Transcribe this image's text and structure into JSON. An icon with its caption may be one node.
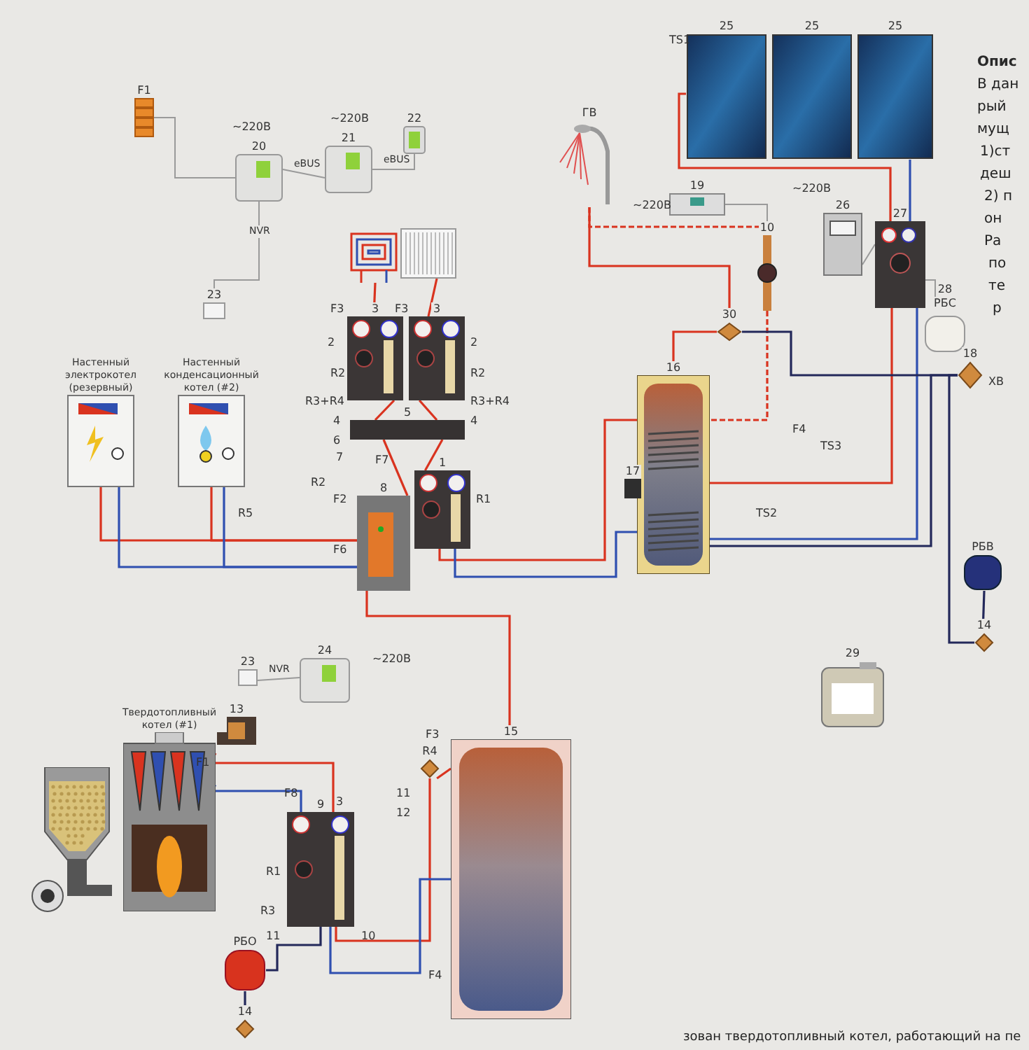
{
  "diagram": {
    "nodes": [
      {
        "text": [
          "25"
        ]
      },
      {
        "text": [
          "25"
        ]
      },
      {
        "text": [
          "25"
        ]
      },
      {
        "text": [
          "ГВ"
        ]
      },
      {
        "text": [
          "19"
        ]
      },
      {
        "text": [
          "26"
        ]
      },
      {
        "text": [
          "27"
        ]
      },
      {
        "text": [
          "28",
          "РБС"
        ]
      },
      {
        "text": [
          "10"
        ]
      },
      {
        "text": [
          "30"
        ]
      },
      {
        "text": [
          "16"
        ]
      },
      {
        "text": [
          "17"
        ]
      },
      {
        "text": [
          "18"
        ]
      },
      {
        "text": [
          "РБВ"
        ]
      },
      {
        "text": [
          "14"
        ]
      },
      {
        "text": [
          "29"
        ]
      },
      {
        "text": [
          "F1"
        ]
      },
      {
        "text": [
          "20"
        ]
      },
      {
        "text": [
          "21"
        ]
      },
      {
        "text": [
          "22"
        ]
      },
      {
        "text": [
          "23"
        ]
      },
      {
        "text": [],
        "shape": "picture"
      },
      {
        "text": [],
        "shape": "picture"
      },
      {
        "text": [
          "3"
        ]
      },
      {
        "text": [
          "3"
        ]
      },
      {
        "text": [
          "5"
        ]
      },
      {
        "text": [
          "1"
        ]
      },
      {
        "text": [
          "8"
        ]
      },
      {
        "text": [
          "Настенный электрокотел (резервный)"
        ]
      },
      {
        "text": [
          "Настенный конденсационный котел (#2)"
        ]
      },
      {
        "text": [
          "23"
        ]
      },
      {
        "text": [
          "24"
        ]
      },
      {
        "text": [
          "13"
        ]
      },
      {
        "text": [
          "Твердотопливный котел (#1)"
        ]
      },
      {
        "text": [],
        "shape": "picture"
      },
      {
        "text": [
          "9"
        ]
      },
      {
        "text": [
          "R4"
        ]
      },
      {
        "text": [
          "15"
        ]
      },
      {
        "text": [
          "РБО"
        ]
      },
      {
        "text": [
          "14"
        ]
      }
    ],
    "edges": [
      {
        "from": 0,
        "to": 6,
        "arrow": "none",
        "color": "#d9331f"
      },
      {
        "from": 6,
        "to": 2,
        "arrow": "none",
        "color": "#2f4fb0"
      },
      {
        "from": 6,
        "to": 10,
        "arrow": "none",
        "color": "#d9331f"
      },
      {
        "from": 10,
        "to": 6,
        "arrow": "none",
        "color": "#2f4fb0"
      },
      {
        "from": 6,
        "to": 7,
        "arrow": "none",
        "color": "#9a9a9a"
      },
      {
        "from": 3,
        "to": 9,
        "arrow": "none",
        "color": "#d9331f"
      },
      {
        "from": 9,
        "to": 10,
        "arrow": "none",
        "color": "#d9331f"
      },
      {
        "from": 3,
        "to": 8,
        "arrow": "none",
        "style": "dashed",
        "color": "#d9331f"
      },
      {
        "from": 8,
        "to": 10,
        "arrow": "none",
        "style": "dashed",
        "color": "#d9331f"
      },
      {
        "from": 12,
        "to": 9,
        "arrow": "none",
        "color": "#23285a"
      },
      {
        "from": 12,
        "to": 10,
        "arrow": "none",
        "color": "#23285a"
      },
      {
        "from": 12,
        "to": 14,
        "arrow": "none",
        "color": "#23285a"
      },
      {
        "from": 13,
        "to": 14,
        "arrow": "none",
        "color": "#23285a"
      },
      {
        "from": 21,
        "to": 23,
        "arrow": "none",
        "color": "#d9331f"
      },
      {
        "from": 22,
        "to": 24,
        "arrow": "none",
        "color": "#d9331f"
      },
      {
        "from": 23,
        "to": 25,
        "arrow": "none",
        "color": "#d9331f"
      },
      {
        "from": 24,
        "to": 25,
        "arrow": "none",
        "color": "#d9331f"
      },
      {
        "from": 25,
        "to": 27,
        "arrow": "none",
        "color": "#d9331f"
      },
      {
        "from": 25,
        "to": 26,
        "arrow": "none",
        "color": "#d9331f"
      },
      {
        "from": 28,
        "to": 27,
        "arrow": "none",
        "color": "#d9331f"
      },
      {
        "from": 27,
        "to": 28,
        "arrow": "none",
        "color": "#2f4fb0"
      },
      {
        "from": 29,
        "to": 27,
        "arrow": "none",
        "color": "#d9331f"
      },
      {
        "from": 27,
        "to": 29,
        "arrow": "none",
        "color": "#2f4fb0"
      },
      {
        "from": 26,
        "to": 10,
        "arrow": "none",
        "color": "#d9331f"
      },
      {
        "from": 10,
        "to": 26,
        "arrow": "none",
        "color": "#2f4fb0"
      },
      {
        "from": 27,
        "to": 37,
        "arrow": "none",
        "color": "#d9331f"
      },
      {
        "from": 33,
        "to": 35,
        "arrow": "none",
        "color": "#d9331f"
      },
      {
        "from": 35,
        "to": 33,
        "arrow": "none",
        "color": "#2f4fb0"
      },
      {
        "from": 35,
        "to": 36,
        "arrow": "none",
        "color": "#d9331f"
      },
      {
        "from": 36,
        "to": 37,
        "arrow": "none",
        "color": "#d9331f"
      },
      {
        "from": 37,
        "to": 35,
        "arrow": "none",
        "color": "#2f4fb0"
      },
      {
        "from": 38,
        "to": 35,
        "arrow": "none",
        "color": "#23285a"
      },
      {
        "from": 38,
        "to": 39,
        "arrow": "none",
        "color": "#23285a"
      },
      {
        "from": 16,
        "to": 17,
        "arrow": "none",
        "color": "#9a9a9a"
      },
      {
        "from": 17,
        "to": 18,
        "arrow": "none",
        "label": "eBUS",
        "color": "#9a9a9a"
      },
      {
        "from": 18,
        "to": 19,
        "arrow": "none",
        "label": "eBUS",
        "color": "#9a9a9a"
      },
      {
        "from": 20,
        "to": 17,
        "arrow": "none",
        "label": "NVR",
        "color": "#9a9a9a"
      },
      {
        "from": 30,
        "to": 31,
        "arrow": "none",
        "label": "NVR",
        "color": "#9a9a9a"
      },
      {
        "from": 4,
        "to": 8,
        "arrow": "none",
        "color": "#9a9a9a"
      },
      {
        "from": 5,
        "to": 6,
        "arrow": "none",
        "color": "#9a9a9a"
      }
    ],
    "labels": [
      "~220В",
      "~220В",
      "~220В",
      "~220В",
      "~220В",
      "TS1",
      "F3",
      "F3",
      "2",
      "2",
      "R2",
      "R2",
      "R3+R4",
      "R3+R4",
      "4",
      "4",
      "6",
      "7",
      "F7",
      "R2",
      "F2",
      "R1",
      "F6",
      "R5",
      "F4",
      "TS3",
      "TS2",
      "ХВ",
      "F1",
      "F8",
      "3",
      "R1",
      "R3",
      "11",
      "10",
      "F3",
      "11",
      "12",
      "F4",
      "зован твердотопливный котел, работающий на пе",
      "Опис",
      "В дан",
      "рый",
      "мущ",
      "1)ст",
      "деш",
      "2) п",
      "он",
      "Ра",
      "по",
      "те",
      "р"
    ]
  }
}
